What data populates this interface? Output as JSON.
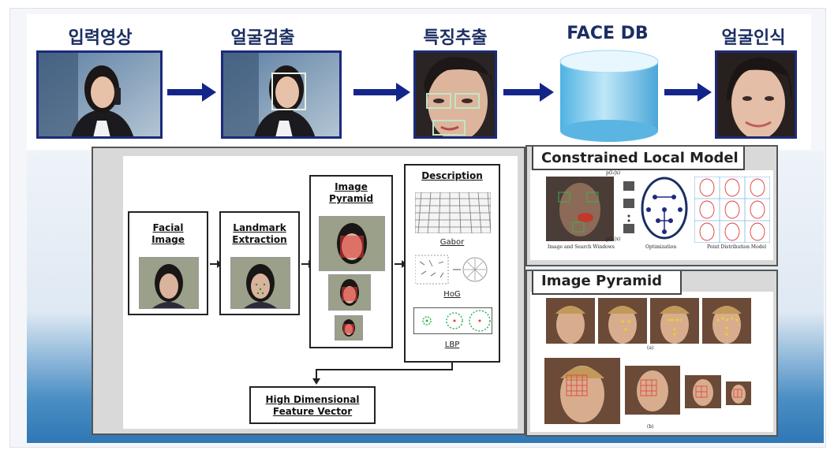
{
  "pipeline": {
    "stages": [
      {
        "title": "입력영상"
      },
      {
        "title": "얼굴검출"
      },
      {
        "title": "특징추출"
      },
      {
        "title": "FACE DB"
      },
      {
        "title": "얼굴인식"
      }
    ]
  },
  "flow_diagram": {
    "steps": {
      "facial_image": "Facial Image",
      "landmark_extraction": "Landmark Extraction",
      "image_pyramid": "Image Pyramid",
      "description": "Description",
      "high_dim_vector": "High Dimensional Feature Vector"
    },
    "descriptors": [
      "Gabor",
      "HoG",
      "LBP"
    ]
  },
  "clm_panel": {
    "title": "Constrained Local Model",
    "captions": [
      "Image and Search Windows",
      "Optimization",
      "Point Distribution Model"
    ],
    "labels": [
      "p(l₁|x)",
      "p(lₙ|x)"
    ]
  },
  "pyramid_panel": {
    "title": "Image Pyramid",
    "captions": [
      "(a)",
      "(b)"
    ]
  },
  "colors": {
    "navy": "#1c2a7c",
    "cylinder": "#7ecbee",
    "landmark": "#e23b3b",
    "green_box": "#37b24d"
  }
}
